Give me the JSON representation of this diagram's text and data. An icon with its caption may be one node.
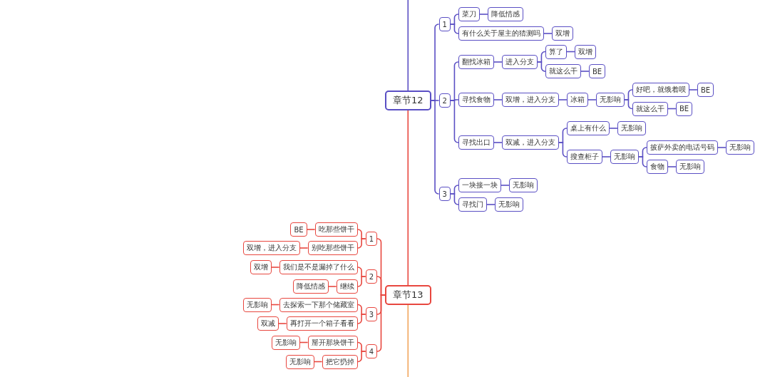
{
  "diagram": {
    "nodes": [
      {
        "text": [
          "章节12"
        ]
      },
      {
        "text": [
          "1"
        ]
      },
      {
        "text": [
          "菜刀"
        ]
      },
      {
        "text": [
          "降低情感"
        ]
      },
      {
        "text": [
          "有什么关于屋主的猜测吗"
        ]
      },
      {
        "text": [
          "双增"
        ]
      },
      {
        "text": [
          "2"
        ]
      },
      {
        "text": [
          "翻找冰箱"
        ]
      },
      {
        "text": [
          "进入分支"
        ]
      },
      {
        "text": [
          "算了"
        ]
      },
      {
        "text": [
          "双增"
        ]
      },
      {
        "text": [
          "就这么干"
        ]
      },
      {
        "text": [
          "BE"
        ]
      },
      {
        "text": [
          "寻找食物"
        ]
      },
      {
        "text": [
          "双增，进入分支"
        ]
      },
      {
        "text": [
          "冰箱"
        ]
      },
      {
        "text": [
          "无影响"
        ]
      },
      {
        "text": [
          "好吧，就饿着呗"
        ]
      },
      {
        "text": [
          "BE"
        ]
      },
      {
        "text": [
          "就这么干"
        ]
      },
      {
        "text": [
          "BE"
        ]
      },
      {
        "text": [
          "寻找出口"
        ]
      },
      {
        "text": [
          "双减，进入分支"
        ]
      },
      {
        "text": [
          "桌上有什么"
        ]
      },
      {
        "text": [
          "无影响"
        ]
      },
      {
        "text": [
          "搜查柜子"
        ]
      },
      {
        "text": [
          "无影响"
        ]
      },
      {
        "text": [
          "披萨外卖的电话号码"
        ]
      },
      {
        "text": [
          "无影响"
        ]
      },
      {
        "text": [
          "食物"
        ]
      },
      {
        "text": [
          "无影响"
        ]
      },
      {
        "text": [
          "3"
        ]
      },
      {
        "text": [
          "一块接一块"
        ]
      },
      {
        "text": [
          "无影响"
        ]
      },
      {
        "text": [
          "寻找门"
        ]
      },
      {
        "text": [
          "无影响"
        ]
      },
      {
        "text": [
          "章节13"
        ]
      },
      {
        "text": [
          "1"
        ]
      },
      {
        "text": [
          "吃那些饼干"
        ]
      },
      {
        "text": [
          "BE"
        ]
      },
      {
        "text": [
          "别吃那些饼干"
        ]
      },
      {
        "text": [
          "双增，进入分支"
        ]
      },
      {
        "text": [
          "2"
        ]
      },
      {
        "text": [
          "我们是不是漏掉了什么"
        ]
      },
      {
        "text": [
          "双增"
        ]
      },
      {
        "text": [
          "继续"
        ]
      },
      {
        "text": [
          "降低情感"
        ]
      },
      {
        "text": [
          "3"
        ]
      },
      {
        "text": [
          "去探索一下那个储藏室"
        ]
      },
      {
        "text": [
          "无影响"
        ]
      },
      {
        "text": [
          "再打开一个箱子看看"
        ]
      },
      {
        "text": [
          "双减"
        ]
      },
      {
        "text": [
          "4"
        ]
      },
      {
        "text": [
          "掰开那块饼干"
        ]
      },
      {
        "text": [
          "无影响"
        ]
      },
      {
        "text": [
          "把它扔掉"
        ]
      },
      {
        "text": [
          "无影响"
        ]
      }
    ],
    "edges": [
      {
        "from": null,
        "to": 0,
        "arrow": "none"
      },
      {
        "from": 0,
        "to": 36,
        "arrow": "none",
        "color": "#e8473f"
      },
      {
        "from": 36,
        "to": null,
        "arrow": "none",
        "color": "#f2a55c"
      },
      {
        "from": 0,
        "to": 1,
        "arrow": "none"
      },
      {
        "from": 1,
        "to": 2,
        "arrow": "none"
      },
      {
        "from": 2,
        "to": 3,
        "arrow": "none"
      },
      {
        "from": 1,
        "to": 4,
        "arrow": "none"
      },
      {
        "from": 4,
        "to": 5,
        "arrow": "none"
      },
      {
        "from": 0,
        "to": 6,
        "arrow": "none"
      },
      {
        "from": 6,
        "to": 7,
        "arrow": "none"
      },
      {
        "from": 7,
        "to": 8,
        "arrow": "none"
      },
      {
        "from": 8,
        "to": 9,
        "arrow": "none"
      },
      {
        "from": 9,
        "to": 10,
        "arrow": "none"
      },
      {
        "from": 8,
        "to": 11,
        "arrow": "none"
      },
      {
        "from": 11,
        "to": 12,
        "arrow": "none"
      },
      {
        "from": 6,
        "to": 13,
        "arrow": "none"
      },
      {
        "from": 13,
        "to": 14,
        "arrow": "none"
      },
      {
        "from": 14,
        "to": 15,
        "arrow": "none"
      },
      {
        "from": 15,
        "to": 16,
        "arrow": "none"
      },
      {
        "from": 16,
        "to": 17,
        "arrow": "none"
      },
      {
        "from": 17,
        "to": 18,
        "arrow": "none"
      },
      {
        "from": 16,
        "to": 19,
        "arrow": "none"
      },
      {
        "from": 19,
        "to": 20,
        "arrow": "none"
      },
      {
        "from": 6,
        "to": 21,
        "arrow": "none"
      },
      {
        "from": 21,
        "to": 22,
        "arrow": "none"
      },
      {
        "from": 22,
        "to": 23,
        "arrow": "none"
      },
      {
        "from": 23,
        "to": 24,
        "arrow": "none"
      },
      {
        "from": 22,
        "to": 25,
        "arrow": "none"
      },
      {
        "from": 25,
        "to": 26,
        "arrow": "none"
      },
      {
        "from": 26,
        "to": 27,
        "arrow": "none"
      },
      {
        "from": 27,
        "to": 28,
        "arrow": "none"
      },
      {
        "from": 26,
        "to": 29,
        "arrow": "none"
      },
      {
        "from": 29,
        "to": 30,
        "arrow": "none"
      },
      {
        "from": 0,
        "to": 31,
        "arrow": "none"
      },
      {
        "from": 31,
        "to": 32,
        "arrow": "none"
      },
      {
        "from": 32,
        "to": 33,
        "arrow": "none"
      },
      {
        "from": 31,
        "to": 34,
        "arrow": "none"
      },
      {
        "from": 34,
        "to": 35,
        "arrow": "none"
      },
      {
        "from": 36,
        "to": 37,
        "arrow": "none",
        "color": "#e8473f"
      },
      {
        "from": 37,
        "to": 38,
        "arrow": "none",
        "color": "#e8473f"
      },
      {
        "from": 38,
        "to": 39,
        "arrow": "none",
        "color": "#e8473f"
      },
      {
        "from": 37,
        "to": 40,
        "arrow": "none",
        "color": "#e8473f"
      },
      {
        "from": 40,
        "to": 41,
        "arrow": "none",
        "color": "#e8473f"
      },
      {
        "from": 36,
        "to": 42,
        "arrow": "none",
        "color": "#e8473f"
      },
      {
        "from": 42,
        "to": 43,
        "arrow": "none",
        "color": "#e8473f"
      },
      {
        "from": 43,
        "to": 44,
        "arrow": "none",
        "color": "#e8473f"
      },
      {
        "from": 42,
        "to": 45,
        "arrow": "none",
        "color": "#e8473f"
      },
      {
        "from": 45,
        "to": 46,
        "arrow": "none",
        "color": "#e8473f"
      },
      {
        "from": 36,
        "to": 47,
        "arrow": "none",
        "color": "#e8473f"
      },
      {
        "from": 47,
        "to": 48,
        "arrow": "none",
        "color": "#e8473f"
      },
      {
        "from": 48,
        "to": 49,
        "arrow": "none",
        "color": "#e8473f"
      },
      {
        "from": 47,
        "to": 50,
        "arrow": "none",
        "color": "#e8473f"
      },
      {
        "from": 50,
        "to": 51,
        "arrow": "none",
        "color": "#e8473f"
      },
      {
        "from": 36,
        "to": 52,
        "arrow": "none",
        "color": "#e8473f"
      },
      {
        "from": 52,
        "to": 53,
        "arrow": "none",
        "color": "#e8473f"
      },
      {
        "from": 53,
        "to": 54,
        "arrow": "none",
        "color": "#e8473f"
      },
      {
        "from": 52,
        "to": 55,
        "arrow": "none",
        "color": "#e8473f"
      },
      {
        "from": 55,
        "to": 56,
        "arrow": "none",
        "color": "#e8473f"
      }
    ]
  }
}
